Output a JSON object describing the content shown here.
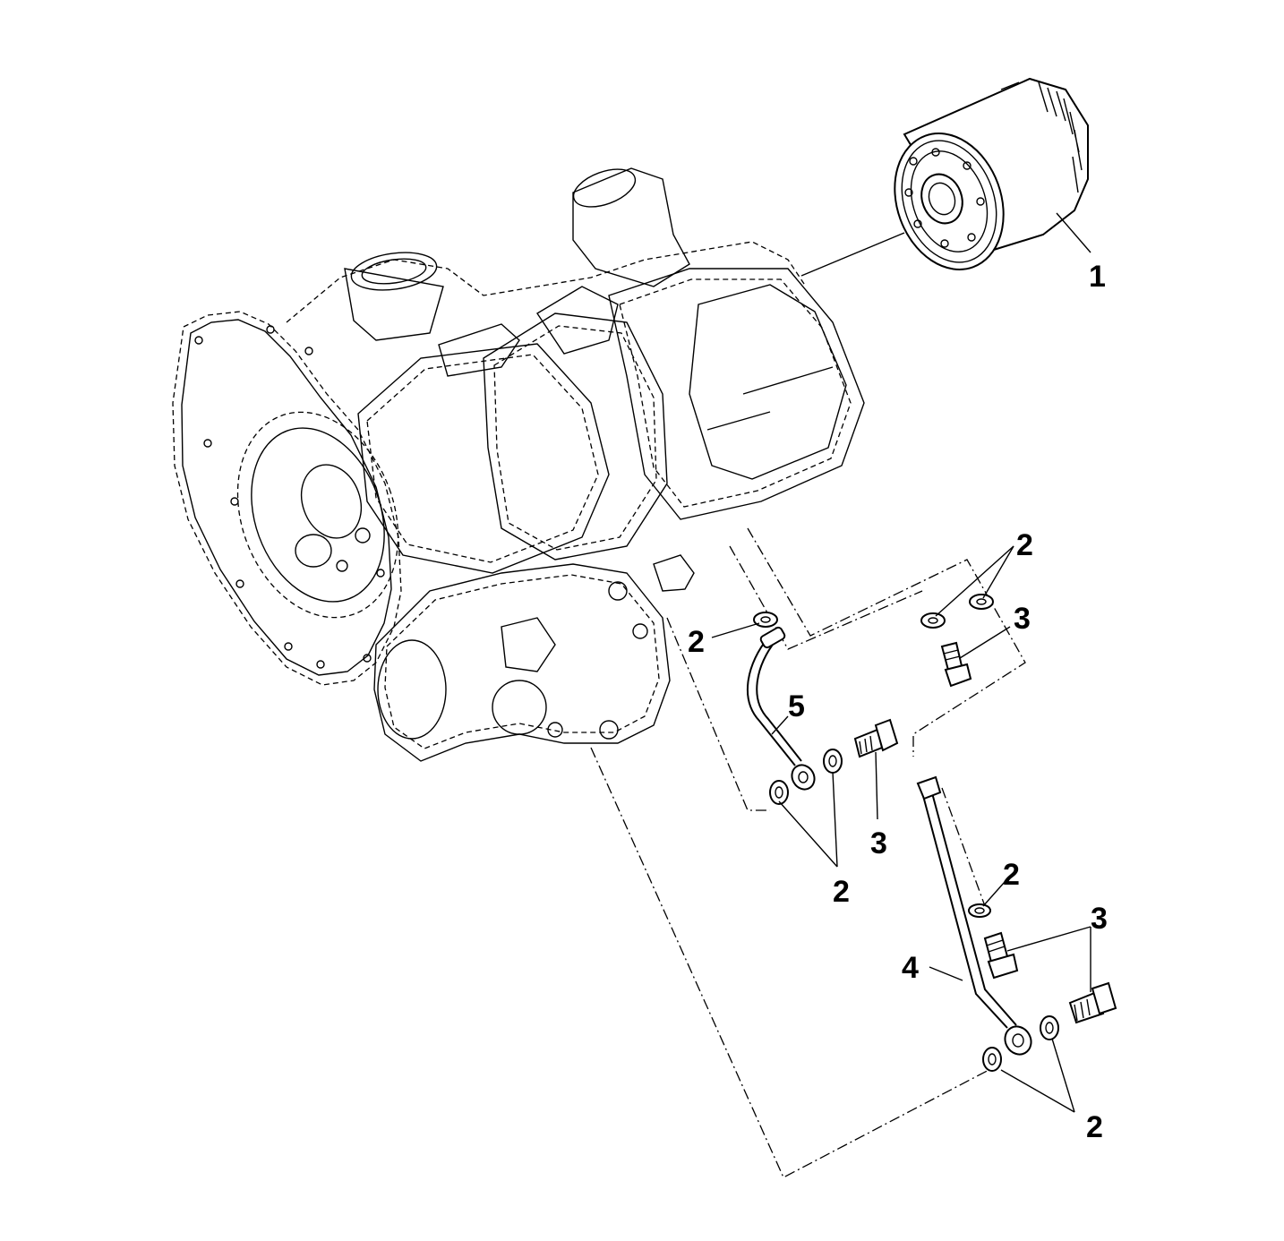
{
  "callouts": [
    {
      "id": "c1",
      "text": "1"
    },
    {
      "id": "c2a",
      "text": "2"
    },
    {
      "id": "c2b",
      "text": "2"
    },
    {
      "id": "c2c",
      "text": "2"
    },
    {
      "id": "c2d",
      "text": "2"
    },
    {
      "id": "c2e",
      "text": "2"
    },
    {
      "id": "c3a",
      "text": "3"
    },
    {
      "id": "c3b",
      "text": "3"
    },
    {
      "id": "c3c",
      "text": "3"
    },
    {
      "id": "c4",
      "text": "4"
    },
    {
      "id": "c5",
      "text": "5"
    }
  ],
  "parts": {
    "engine": "engine-crankcase",
    "filter": "oil-filter",
    "washer": "sealing-washer",
    "banjo_bolt": "banjo-bolt",
    "oil_line_upper": "oil-line",
    "oil_line_lower": "oil-line"
  },
  "colors": {
    "line": "#000000",
    "background": "#ffffff"
  }
}
